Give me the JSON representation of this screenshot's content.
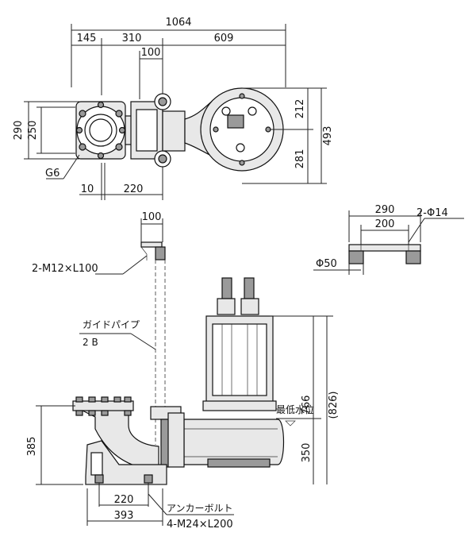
{
  "plan_view": {
    "dims": {
      "total_width": "1064",
      "left_flange": "145",
      "middle": "310",
      "right": "609",
      "bracket": "100",
      "height_290": "290",
      "height_250": "250",
      "top_212": "212",
      "bottom_281": "281",
      "total_493": "493",
      "offset_10": "10",
      "offset_220": "220"
    },
    "flange_label": "G6"
  },
  "base_detail": {
    "dims": {
      "outer": "290",
      "inner": "200",
      "bolt": "2-Φ14",
      "pipe": "Φ50"
    }
  },
  "elevation": {
    "dims": {
      "top_bracket": "100",
      "flange_height": "385",
      "total_766": "766",
      "total_826": "(826)",
      "water_350": "350",
      "base_220": "220",
      "base_393": "393"
    },
    "labels": {
      "bolt_top": "2-M12×L100",
      "guide_pipe": "ガイドパイプ",
      "guide_size": "2 B",
      "min_water": "最低水位",
      "anchor": "アンカーボルト",
      "anchor_spec": "4-M24×L200"
    }
  }
}
